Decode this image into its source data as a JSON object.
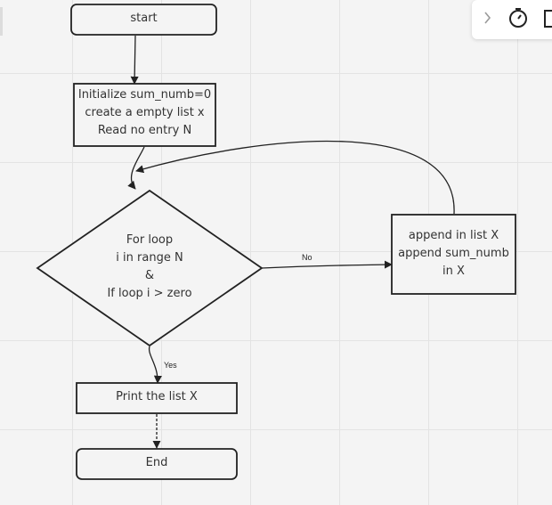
{
  "diagram": {
    "nodes": {
      "start": {
        "label": "start"
      },
      "init": {
        "lines": [
          "Initialize sum_numb=0",
          "create a empty list x",
          "Read no entry N"
        ]
      },
      "decision": {
        "lines": [
          "For loop",
          "i in range N",
          "&",
          "If loop i > zero"
        ]
      },
      "append": {
        "lines": [
          "append in list X",
          "append sum_numb",
          "in X"
        ]
      },
      "print": {
        "label": "Print the list X"
      },
      "end": {
        "label": "End"
      }
    },
    "edges": {
      "no_label": "No",
      "yes_label": "Yes"
    }
  },
  "toolbar": {
    "icons": [
      "chevron-right-icon",
      "timer-icon",
      "frame-icon"
    ]
  },
  "colors": {
    "stroke": "#222222",
    "text": "#333333",
    "grid": "#e3e3e3",
    "background": "#f4f4f4"
  }
}
